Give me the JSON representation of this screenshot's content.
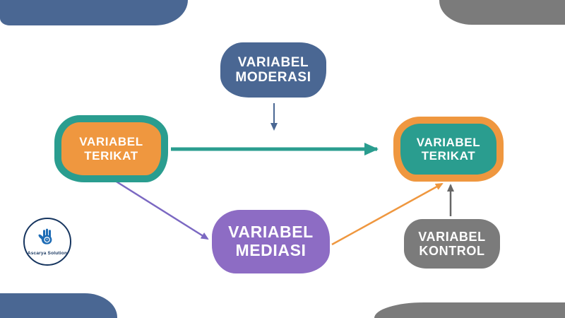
{
  "canvas": {
    "background": "#ffffff"
  },
  "decor": {
    "blue": "#4a6793",
    "gray": "#7b7b7b"
  },
  "nodes": {
    "moderasi": {
      "label": "VARIABEL\nMODERASI",
      "fill": "#4a6793",
      "text_color": "#ffffff"
    },
    "terikat_left": {
      "label": "VARIABEL\nTERIKAT",
      "fill": "#ef973f",
      "border": "#2a9d8f",
      "text_color": "#ffffff"
    },
    "terikat_right": {
      "label": "VARIABEL\nTERIKAT",
      "fill": "#2a9d8f",
      "border": "#ef973f",
      "text_color": "#ffffff"
    },
    "mediasi": {
      "label": "VARIABEL\nMEDIASI",
      "fill": "#8d6cc4",
      "text_color": "#ffffff"
    },
    "kontrol": {
      "label": "VARIABEL\nKONTROL",
      "fill": "#7b7b7b",
      "text_color": "#ffffff"
    }
  },
  "arrows": {
    "direct": {
      "from": "terikat_left",
      "to": "terikat_right",
      "color": "#2a9d8f"
    },
    "moderation": {
      "from": "moderasi",
      "to": "direct_path",
      "color": "#4a6793"
    },
    "to_mediator": {
      "from": "terikat_left",
      "to": "mediasi",
      "color": "#7b68c2"
    },
    "from_mediator": {
      "from": "mediasi",
      "to": "terikat_right",
      "color": "#ef973f"
    },
    "control": {
      "from": "kontrol",
      "to": "terikat_right",
      "color": "#666666"
    }
  },
  "logo": {
    "text": "Ascarya Solution",
    "text_color": "#16355f",
    "ring_color": "#16355f",
    "icon_color": "#1e6cb5"
  }
}
